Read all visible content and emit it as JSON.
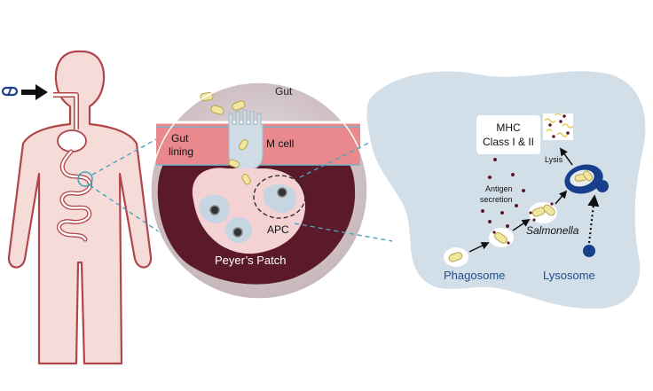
{
  "labels": {
    "gut": "Gut",
    "gut_lining_1": "Gut",
    "gut_lining_2": "lining",
    "m_cell": "M cell",
    "apc": "APC",
    "peyers_patch": "Peyer’s Patch",
    "mhc_1": "MHC",
    "mhc_2": "Class I & II",
    "lysis": "Lysis",
    "antigen_1": "Antigen",
    "antigen_2": "secretion",
    "salmonella": "Salmonella",
    "phagosome": "Phagosome",
    "lysosome": "Lysosome"
  },
  "colors": {
    "body_fill": "#f6dcd8",
    "body_stroke": "#b0454a",
    "gut_lining": "#e9898e",
    "peyers_patch": "#5b1a2a",
    "zoom_circle": "#d5c8cb",
    "cell_bg": "#d3dfe8",
    "bacteria": "#f0e6a0",
    "bacteria_stroke": "#b8a548",
    "label_blue": "#1f4e8c",
    "lysosome": "#173f8c",
    "zoom_line": "#4aa3b8"
  },
  "icons": {
    "capsule": "capsule-icon",
    "arrow": "arrow-right-icon"
  }
}
